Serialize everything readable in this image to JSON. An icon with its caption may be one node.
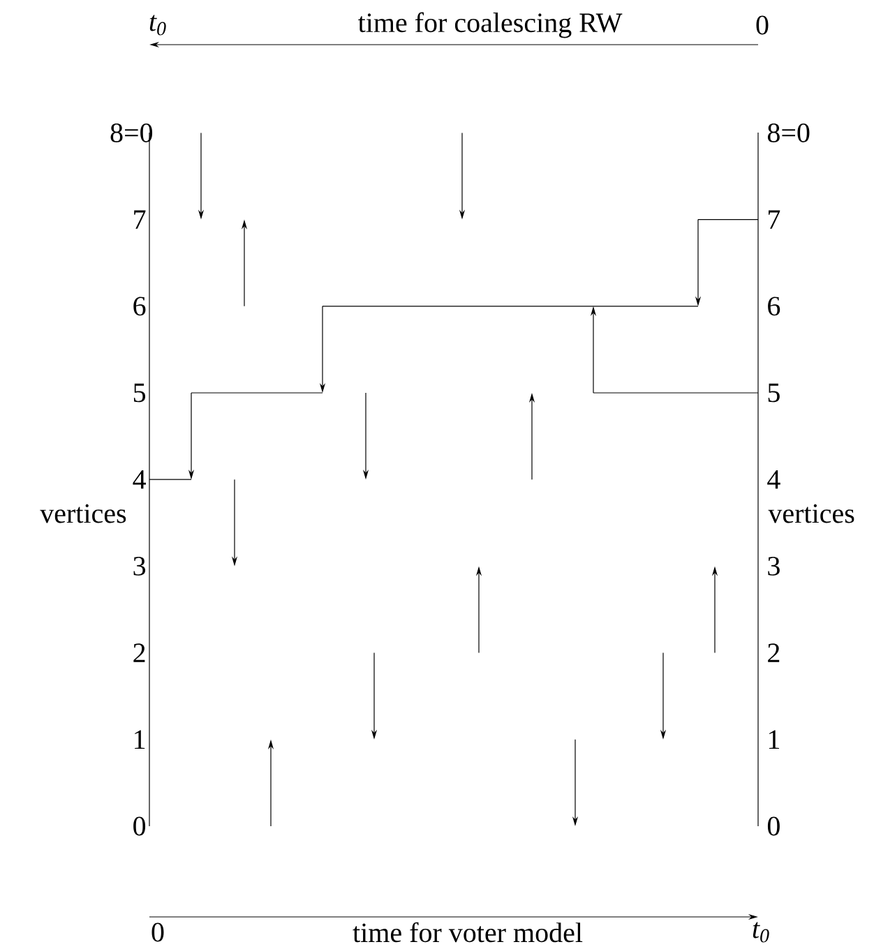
{
  "diagram": {
    "labels": [
      "t$_{0}$",
      "time for coalescing RW",
      "0",
      "8=0",
      "8=0",
      "7",
      "7",
      "6",
      "6",
      "5",
      "5",
      "4",
      "4",
      "vertices",
      "vertices",
      "3",
      "3",
      "2",
      "2",
      "1",
      "1",
      "0",
      "0",
      "0",
      "time for voter model",
      "t$_{0}$"
    ]
  }
}
